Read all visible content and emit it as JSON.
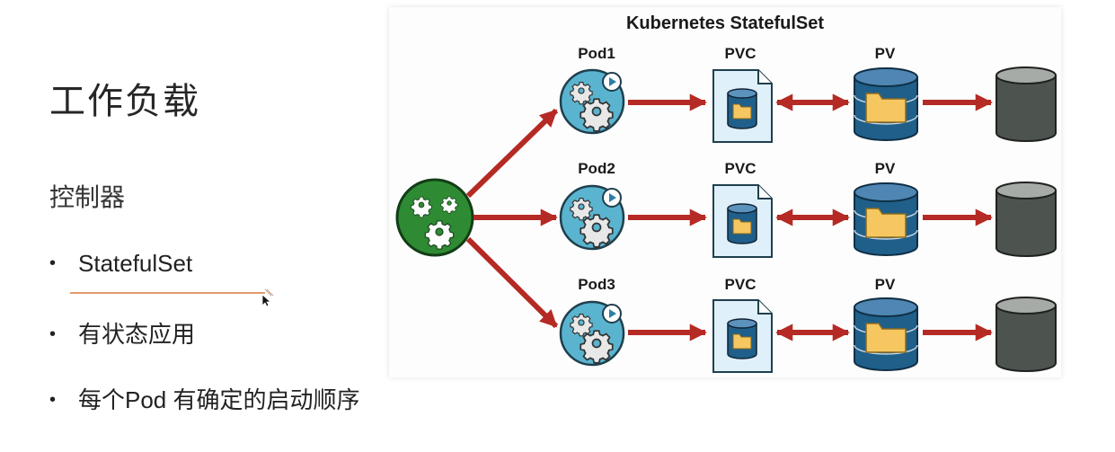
{
  "slide": {
    "title": "工作负载",
    "subtitle": "控制器",
    "bullets": [
      "StatefulSet",
      "有状态应用",
      "每个Pod 有确定的启动顺序"
    ],
    "bullet_symbol": "•"
  },
  "diagram": {
    "title": "Kubernetes StatefulSet",
    "rows": [
      {
        "pod": "Pod1",
        "pvc": "PVC",
        "pv": "PV"
      },
      {
        "pod": "Pod2",
        "pvc": "PVC",
        "pv": "PV"
      },
      {
        "pod": "Pod3",
        "pvc": "PVC",
        "pv": "PV"
      }
    ],
    "colors": {
      "controller": "#2e8b33",
      "pod": "#5ab4cf",
      "arrow": "#b52a24",
      "pv": "#1f5f8a",
      "folder": "#f6c760",
      "disk": "#4d544f"
    },
    "icons": {
      "controller": "gears-icon",
      "pod": "gear-play-icon",
      "pvc": "document-cylinder-icon",
      "pv": "database-folder-icon",
      "disk": "disk-cylinder-icon"
    }
  }
}
